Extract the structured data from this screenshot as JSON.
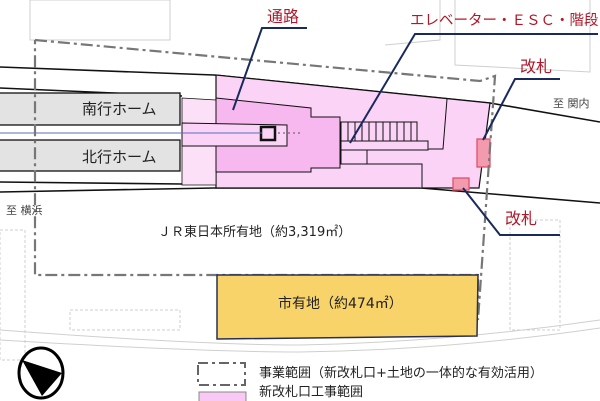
{
  "labels": {
    "passage": "通路",
    "elevator_esc_stairs": "エレベーター・ＥＳＣ・階段",
    "ticket_gate_upper": "改札",
    "ticket_gate_lower": "改札",
    "southbound_platform": "南行ホーム",
    "northbound_platform": "北行ホーム",
    "to_kannai": "至 関内",
    "to_yokohama": "至 横浜",
    "jr_land": "ＪＲ東日本所有地（約3,319㎡）",
    "city_land": "市有地（約474㎡）"
  },
  "legend": [
    {
      "symbol": "dash-dot-outline",
      "label": "事業範囲（新改札口+土地の一体的な有効活用）"
    },
    {
      "symbol": "pink-fill",
      "label": "新改札口工事範囲",
      "color": "#f9c8f3"
    }
  ],
  "colors": {
    "label_red": "#b0182a",
    "leader_navy": "#1a2a5c",
    "construction_pink": "#fbd3f6",
    "construction_pink_dark": "#f6b8ee",
    "city_land_yellow": "#f8d36a",
    "platform_gray": "#e3e3e3",
    "gate_red": "#e0506a"
  }
}
